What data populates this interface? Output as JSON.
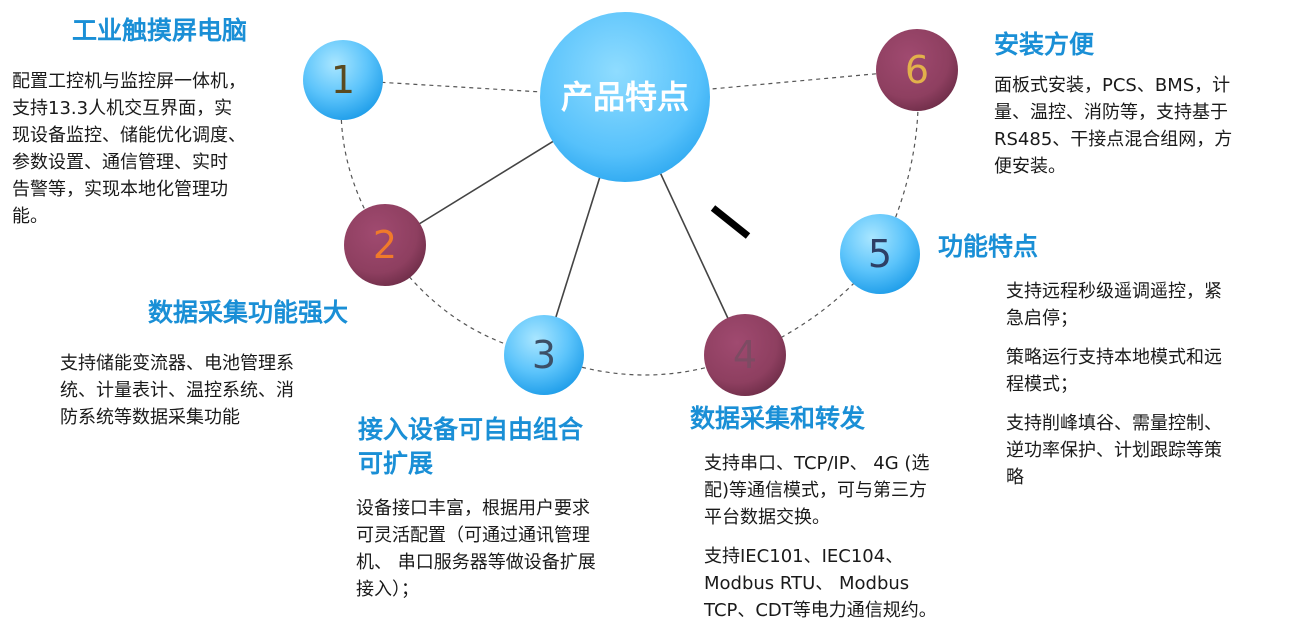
{
  "center": {
    "label": "产品特点"
  },
  "nodes": [
    {
      "id": "n1",
      "number": "1",
      "style": "blue",
      "numcolor": "#5a4a20"
    },
    {
      "id": "n2",
      "number": "2",
      "style": "maroon",
      "numcolor": "#f07a2a"
    },
    {
      "id": "n3",
      "number": "3",
      "style": "blue",
      "numcolor": "#3c4f66"
    },
    {
      "id": "n4",
      "number": "4",
      "style": "maroon",
      "numcolor": "#7d4b63"
    },
    {
      "id": "n5",
      "number": "5",
      "style": "blue",
      "numcolor": "#2d3f66"
    },
    {
      "id": "n6",
      "number": "6",
      "style": "maroon",
      "numcolor": "#e2b14b"
    }
  ],
  "features": [
    {
      "title": [
        "工业触摸屏电脑"
      ],
      "paragraphs": [
        [
          "配置工控机与监控屏一体机，",
          "支持13.3人机交互界面，实",
          "现设备监控、储能优化调度、",
          "参数设置、通信管理、实时",
          "告警等，实现本地化管理功",
          "能。"
        ]
      ]
    },
    {
      "title": [
        "数据采集功能强大"
      ],
      "paragraphs": [
        [
          "支持储能变流器、电池管理系",
          "统、计量表计、温控系统、消",
          "防系统等数据采集功能"
        ]
      ]
    },
    {
      "title": [
        "接入设备可自由组合",
        "可扩展"
      ],
      "paragraphs": [
        [
          "设备接口丰富，根据用户要求",
          "可灵活配置（可通过通讯管理",
          "机、 串口服务器等做设备扩展",
          "接入）；"
        ]
      ]
    },
    {
      "title": [
        "数据采集和转发"
      ],
      "paragraphs": [
        [
          "支持串口、TCP/IP、 4G (选",
          "配)等通信模式，可与第三方",
          "平台数据交换。"
        ],
        [
          "支持IEC101、IEC104、",
          "Modbus RTU、 Modbus",
          "TCP、CDT等电力通信规约。"
        ]
      ]
    },
    {
      "title": [
        "功能特点"
      ],
      "paragraphs": [
        [
          "支持远程秒级遥调遥控，紧",
          "急启停；"
        ],
        [
          "策略运行支持本地模式和远",
          "程模式；"
        ],
        [
          "支持削峰填谷、需量控制、",
          "逆功率保护、计划跟踪等策",
          "略"
        ]
      ]
    },
    {
      "title": [
        "安装方便"
      ],
      "paragraphs": [
        [
          "面板式安装，PCS、BMS，计",
          "量、温控、消防等，支持基于",
          "RS485、干接点混合组网，方",
          "便安装。"
        ]
      ]
    }
  ],
  "colors": {
    "title": "#1a8fd6",
    "text": "#1a1a1a",
    "blue_light": "#7fd4ff",
    "blue_dark": "#1b9be8",
    "maroon": "#8e3f60",
    "maroon_dark": "#6e2d48",
    "line": "#444444",
    "dash": "#555555"
  }
}
